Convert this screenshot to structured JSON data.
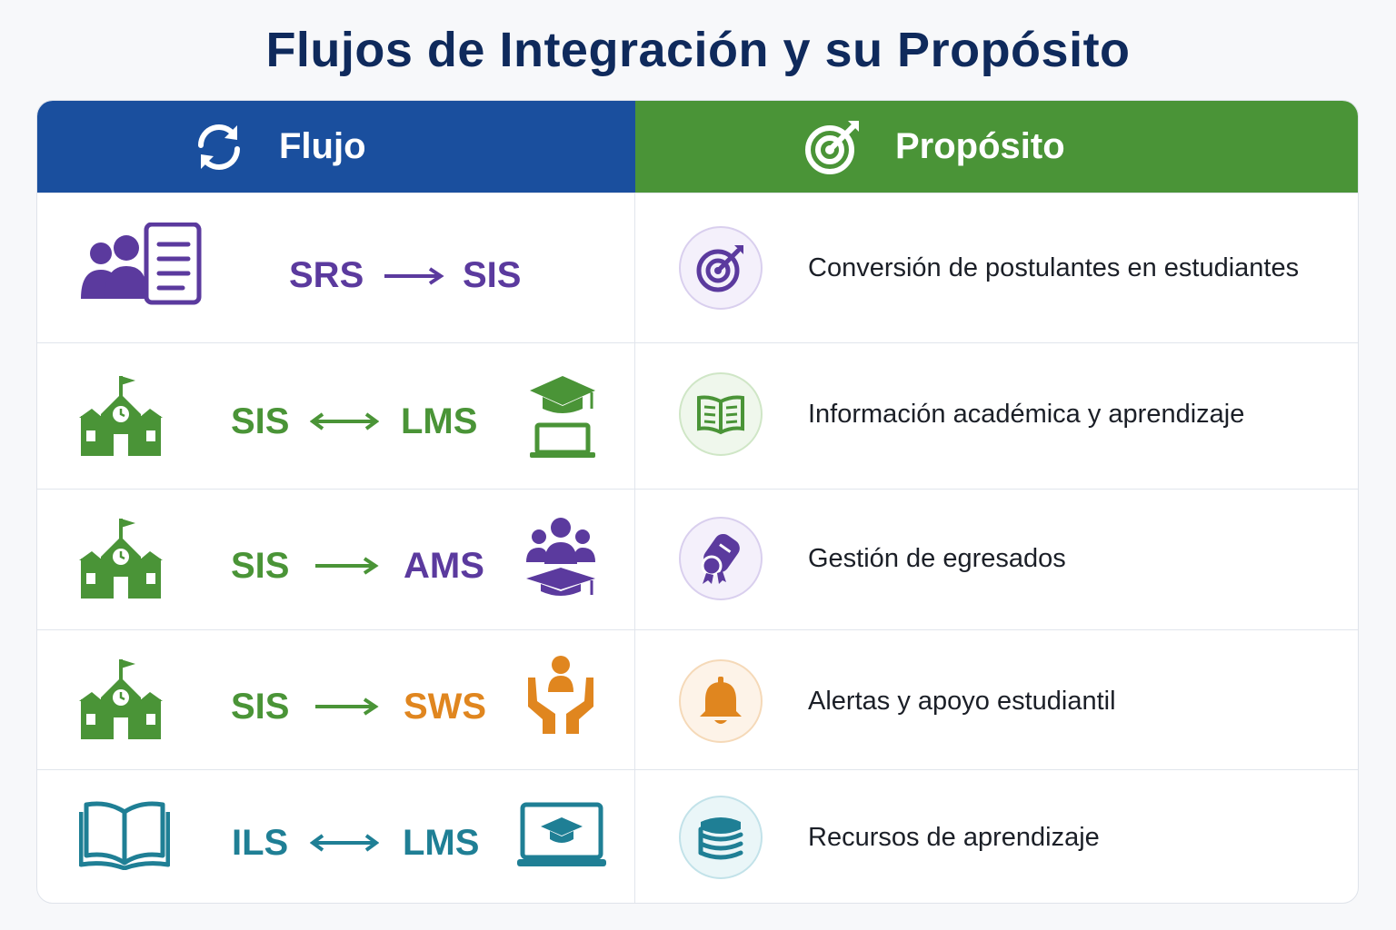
{
  "title": "Flujos de Integración y su Propósito",
  "header": {
    "flujo_label": "Flujo",
    "proposito_label": "Propósito"
  },
  "colors": {
    "header_blue": "#1a4f9e",
    "header_green": "#4a9437",
    "purple": "#5b3a9e",
    "green": "#4a9437",
    "orange": "#e0861f",
    "teal": "#1f7f95"
  },
  "rows": [
    {
      "source": "SRS",
      "direction": "one-way",
      "target": "SIS",
      "source_icon": "applicants-document-icon",
      "target_icon": "",
      "purpose_icon": "target-icon",
      "purpose": "Conversión de postulantes en estudiantes"
    },
    {
      "source": "SIS",
      "direction": "two-way",
      "target": "LMS",
      "source_icon": "school-building-icon",
      "target_icon": "graduation-laptop-icon",
      "purpose_icon": "open-book-icon",
      "purpose": "Información académica y aprendizaje"
    },
    {
      "source": "SIS",
      "direction": "one-way",
      "target": "AMS",
      "source_icon": "school-building-icon",
      "target_icon": "alumni-group-icon",
      "purpose_icon": "diploma-icon",
      "purpose": "Gestión de egresados"
    },
    {
      "source": "SIS",
      "direction": "one-way",
      "target": "SWS",
      "source_icon": "school-building-icon",
      "target_icon": "caring-hands-icon",
      "purpose_icon": "bell-icon",
      "purpose": "Alertas y apoyo estudiantil"
    },
    {
      "source": "ILS",
      "direction": "two-way",
      "target": "LMS",
      "source_icon": "open-book-outline-icon",
      "target_icon": "laptop-graduation-icon",
      "purpose_icon": "stacked-books-icon",
      "purpose": "Recursos de aprendizaje"
    }
  ]
}
